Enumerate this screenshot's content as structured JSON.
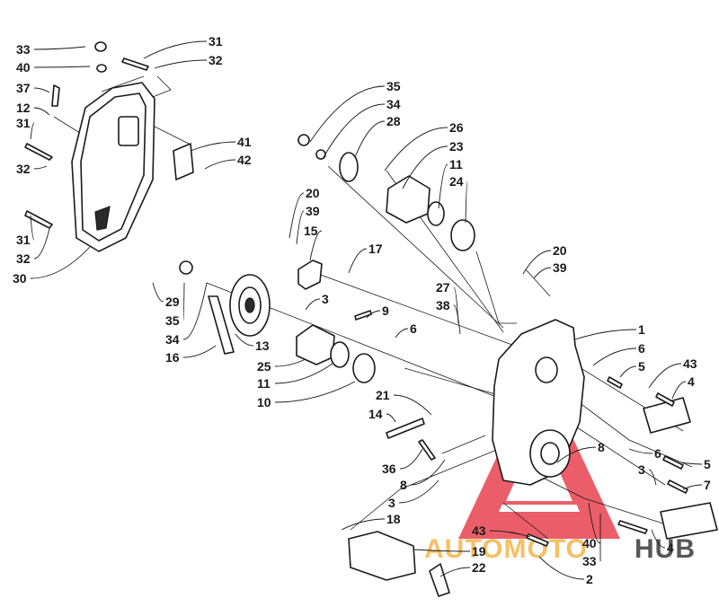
{
  "watermark": {
    "brand_part1": "AUTOMOTO",
    "brand_part2": "HUB",
    "color_primary": "#e8434f",
    "color_accent": "#f6b54a",
    "color_dark": "#3a3a3a"
  },
  "callouts": [
    {
      "label": "33",
      "id": "c-33a"
    },
    {
      "label": "40",
      "id": "c-40a"
    },
    {
      "label": "37",
      "id": "c-37"
    },
    {
      "label": "12",
      "id": "c-12"
    },
    {
      "label": "31",
      "id": "c-31a"
    },
    {
      "label": "32",
      "id": "c-32a"
    },
    {
      "label": "31",
      "id": "c-31b"
    },
    {
      "label": "32",
      "id": "c-32b"
    },
    {
      "label": "30",
      "id": "c-30"
    },
    {
      "label": "31",
      "id": "c-31c"
    },
    {
      "label": "32",
      "id": "c-32c"
    },
    {
      "label": "41",
      "id": "c-41"
    },
    {
      "label": "42",
      "id": "c-42"
    },
    {
      "label": "29",
      "id": "c-29"
    },
    {
      "label": "35",
      "id": "c-35a"
    },
    {
      "label": "34",
      "id": "c-34a"
    },
    {
      "label": "16",
      "id": "c-16"
    },
    {
      "label": "13",
      "id": "c-13"
    },
    {
      "label": "25",
      "id": "c-25"
    },
    {
      "label": "11",
      "id": "c-11a"
    },
    {
      "label": "10",
      "id": "c-10"
    },
    {
      "label": "20",
      "id": "c-20a"
    },
    {
      "label": "39",
      "id": "c-39a"
    },
    {
      "label": "15",
      "id": "c-15"
    },
    {
      "label": "17",
      "id": "c-17"
    },
    {
      "label": "3",
      "id": "c-3a"
    },
    {
      "label": "9",
      "id": "c-9"
    },
    {
      "label": "6",
      "id": "c-6a"
    },
    {
      "label": "35",
      "id": "c-35b"
    },
    {
      "label": "34",
      "id": "c-34b"
    },
    {
      "label": "28",
      "id": "c-28"
    },
    {
      "label": "26",
      "id": "c-26"
    },
    {
      "label": "23",
      "id": "c-23"
    },
    {
      "label": "11",
      "id": "c-11b"
    },
    {
      "label": "24",
      "id": "c-24"
    },
    {
      "label": "20",
      "id": "c-20b"
    },
    {
      "label": "39",
      "id": "c-39b"
    },
    {
      "label": "27",
      "id": "c-27"
    },
    {
      "label": "38",
      "id": "c-38"
    },
    {
      "label": "1",
      "id": "c-1"
    },
    {
      "label": "6",
      "id": "c-6b"
    },
    {
      "label": "5",
      "id": "c-5a"
    },
    {
      "label": "43",
      "id": "c-43a"
    },
    {
      "label": "4",
      "id": "c-4a"
    },
    {
      "label": "21",
      "id": "c-21"
    },
    {
      "label": "14",
      "id": "c-14"
    },
    {
      "label": "36",
      "id": "c-36"
    },
    {
      "label": "8",
      "id": "c-8a"
    },
    {
      "label": "3",
      "id": "c-3b"
    },
    {
      "label": "18",
      "id": "c-18"
    },
    {
      "label": "19",
      "id": "c-19"
    },
    {
      "label": "22",
      "id": "c-22"
    },
    {
      "label": "8",
      "id": "c-8b"
    },
    {
      "label": "6",
      "id": "c-6c"
    },
    {
      "label": "5",
      "id": "c-5b"
    },
    {
      "label": "3",
      "id": "c-3c"
    },
    {
      "label": "7",
      "id": "c-7"
    },
    {
      "label": "43",
      "id": "c-43b"
    },
    {
      "label": "40",
      "id": "c-40b"
    },
    {
      "label": "33",
      "id": "c-33b"
    },
    {
      "label": "4",
      "id": "c-4b"
    },
    {
      "label": "2",
      "id": "c-2"
    }
  ]
}
